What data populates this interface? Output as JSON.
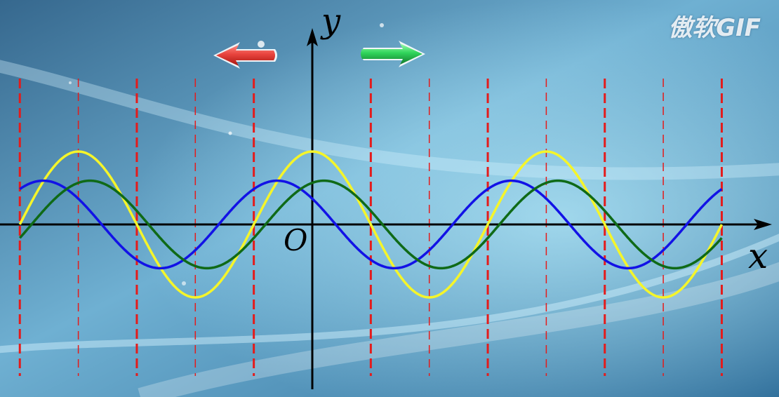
{
  "watermark": "傲软GIF",
  "controls": {
    "left_arrow_icon": "arrow-left-icon",
    "right_arrow_icon": "arrow-right-icon",
    "left_color": "#e8433d",
    "right_color": "#2fd45a"
  },
  "chart_data": {
    "type": "line",
    "title": "",
    "xlabel": "x",
    "ylabel": "y",
    "origin_label": "O",
    "xlim": [
      -2.5,
      3.5
    ],
    "ylim": [
      -1.4,
      1.6
    ],
    "grid": false,
    "vertical_guides": {
      "thick": [
        -2.5,
        -1.5,
        -0.5,
        0.5,
        1.5,
        2.5,
        3.5
      ],
      "thin": [
        -2.0,
        -1.0,
        1.0,
        2.0,
        3.0
      ],
      "color": "#e41b1b"
    },
    "series": [
      {
        "color": "#f5f52a",
        "amplitude": 1.0,
        "period": 2,
        "phase": 0.0
      },
      {
        "color": "#1212e6",
        "amplitude": 0.6,
        "period": 2,
        "phase": -0.3
      },
      {
        "color": "#0f6a17",
        "amplitude": 0.6,
        "period": 2,
        "phase": 0.1
      }
    ]
  }
}
